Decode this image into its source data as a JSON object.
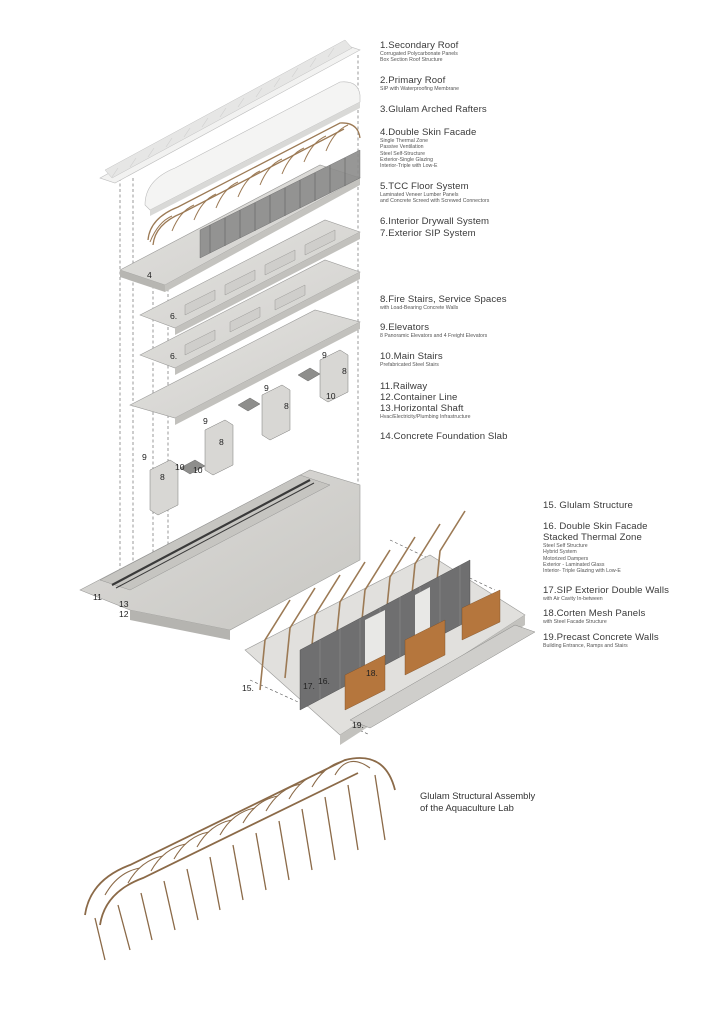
{
  "legend": [
    {
      "id": 1,
      "title": "1.Secondary Roof",
      "subs": [
        "Corrugated Polycarbonate Panels",
        "Box Section Roof Structure"
      ]
    },
    {
      "id": 2,
      "title": "2.Primary Roof",
      "subs": [
        "SIP with Waterproofing Membrane"
      ]
    },
    {
      "id": 3,
      "title": "3.Glulam Arched Rafters",
      "subs": []
    },
    {
      "id": 4,
      "title": "4.Double Skin Facade",
      "subs": [
        "Single Thermal Zone",
        "Passive Ventilation",
        "Steel Self-Structure",
        "Exterior-Single Glazing",
        "Interior-Triple with Low-E"
      ]
    },
    {
      "id": 5,
      "title": "5.TCC Floor System",
      "subs": [
        "Laminated Veneer Lumber Panels",
        "and Concrete Screed with Screwed Connectors"
      ]
    },
    {
      "id": 6,
      "title": "6.Interior Drywall System",
      "subs": []
    },
    {
      "id": 7,
      "title": "7.Exterior SIP System",
      "subs": []
    },
    {
      "id": 8,
      "title": "8.Fire Stairs, Service Spaces",
      "subs": [
        "with Load-Bearing Concrete Walls"
      ]
    },
    {
      "id": 9,
      "title": "9.Elevators",
      "subs": [
        "8 Panoramic Elevators and 4 Freight Elevators"
      ]
    },
    {
      "id": 10,
      "title": "10.Main Stairs",
      "subs": [
        "Prefabricated Steel Stairs"
      ]
    },
    {
      "id": 11,
      "title": "11.Railway",
      "subs": []
    },
    {
      "id": 12,
      "title": "12.Container Line",
      "subs": []
    },
    {
      "id": 13,
      "title": "13.Horizontal Shaft",
      "subs": [
        "Hvac/Electricity/Plumbing Infrastructure"
      ]
    },
    {
      "id": 14,
      "title": "14.Concrete Foundation Slab",
      "subs": []
    },
    {
      "id": 15,
      "title": "15. Glulam Structure",
      "subs": []
    },
    {
      "id": 16,
      "title": "16. Double Skin Facade",
      "title2": "Stacked Thermal Zone",
      "subs": [
        "Steel Self Structure",
        "Hybrid System",
        "Motorized Dampers",
        "Exterior - Laminated Glass",
        "Interior- Triple Glazing with Low-E"
      ]
    },
    {
      "id": 17,
      "title": "17.SIP Exterior Double Walls",
      "subs": [
        "with Air Cavity In-between"
      ]
    },
    {
      "id": 18,
      "title": "18.Corten Mesh Panels",
      "subs": [
        "with Steel Facade Structure"
      ]
    },
    {
      "id": 19,
      "title": "19.Precast Concrete Walls",
      "subs": [
        "Building Entrance, Ramps and Stairs"
      ]
    }
  ],
  "tags": {
    "t4": "4",
    "t6a": "6.",
    "t6b": "6.",
    "t9a": "9",
    "t8a": "8",
    "t10a": "10",
    "t9b": "9",
    "t8b": "8",
    "t9c": "9",
    "t8c": "8",
    "t10b": "10",
    "t9d": "9",
    "t8d": "8",
    "t10c": "10",
    "t11": "11",
    "t13": "13",
    "t12": "12",
    "t15": "15.",
    "t17": "17.",
    "t16": "16.",
    "t18": "18.",
    "t19": "19."
  },
  "caption": {
    "line1": "Glulam Structural Assembly",
    "line2": "of the Aquaculture Lab"
  },
  "colors": {
    "concrete": "#d6d5d2",
    "concrete_dark": "#b9b8b4",
    "roof": "#eeeeec",
    "wood": "#9c7a55",
    "corten": "#b5763d",
    "glass": "#6f6f70",
    "rail": "#3a3a3a"
  }
}
